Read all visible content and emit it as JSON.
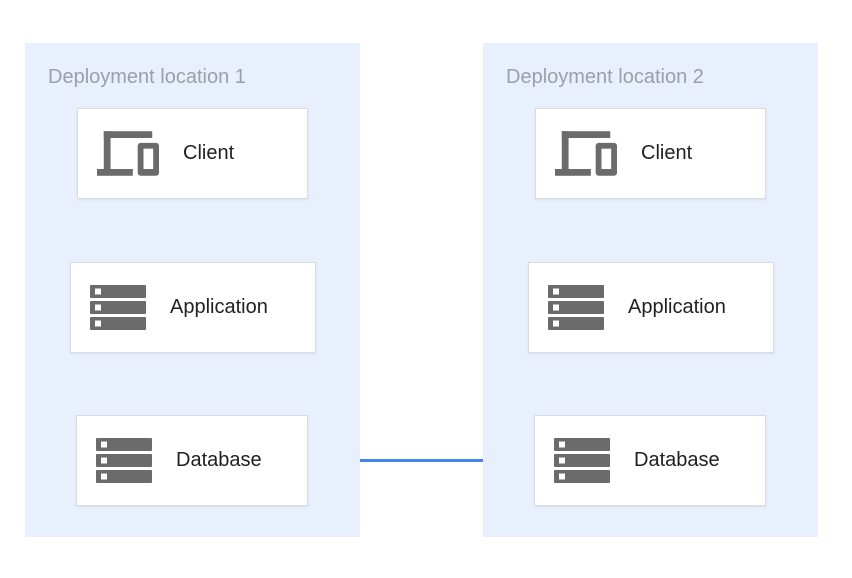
{
  "diagram": {
    "panels": [
      {
        "title": "Deployment location 1",
        "nodes": [
          {
            "id": "client-1",
            "label": "Client",
            "icon": "devices-icon"
          },
          {
            "id": "application-1",
            "label": "Application",
            "icon": "server-stack-icon"
          },
          {
            "id": "database-1",
            "label": "Database",
            "icon": "server-stack-icon"
          }
        ]
      },
      {
        "title": "Deployment location 2",
        "nodes": [
          {
            "id": "client-2",
            "label": "Client",
            "icon": "devices-icon"
          },
          {
            "id": "application-2",
            "label": "Application",
            "icon": "server-stack-icon"
          },
          {
            "id": "database-2",
            "label": "Database",
            "icon": "server-stack-icon"
          }
        ]
      }
    ],
    "edges": [
      {
        "from": "client-1",
        "to": "application-1"
      },
      {
        "from": "application-1",
        "to": "database-1"
      },
      {
        "from": "client-2",
        "to": "application-2"
      },
      {
        "from": "application-2",
        "to": "database-2"
      },
      {
        "from": "database-1",
        "to": "database-2"
      }
    ],
    "colors": {
      "panel_bg": "#e8f0fe",
      "node_bg": "#ffffff",
      "node_border": "#d8dbdf",
      "arrow": "#4284f4",
      "panel_title_text": "#9aa0a6",
      "node_label_text": "#212121",
      "icon": "#6b6b6b"
    }
  }
}
